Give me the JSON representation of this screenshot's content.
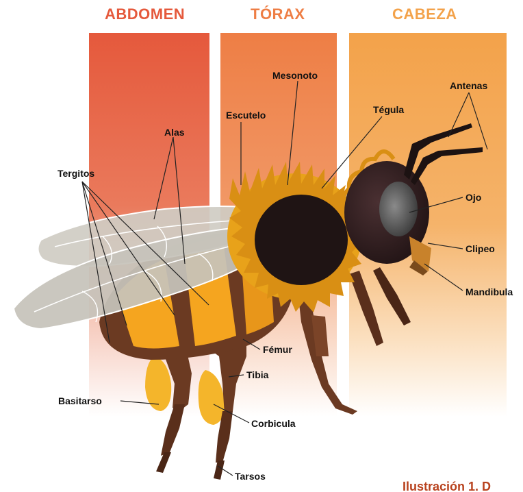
{
  "sections": {
    "abdomen": "ABDOMEN",
    "torax": "TÓRAX",
    "cabeza": "CABEZA"
  },
  "colors": {
    "abdomen": "#e5593c",
    "torax": "#ee7e45",
    "cabeza": "#f3a24a",
    "stripe": "#f5a51f",
    "body": "#6b3a22",
    "fur": "#e8a21a",
    "head": "#2c1b1b",
    "pollen": "#f4b52b",
    "wing": "#c9c6bd",
    "caption": "#b8421e"
  },
  "labels": {
    "mesonoto": "Mesonoto",
    "escutelo": "Escutelo",
    "tegula": "Tégula",
    "antenas": "Antenas",
    "alas": "Alas",
    "tergitos": "Tergitos",
    "ojo": "Ojo",
    "clipeo": "Clipeo",
    "mandibula": "Mandibula",
    "femur": "Fémur",
    "tibia": "Tibia",
    "basitarso": "Basitarso",
    "corbicula": "Corbicula",
    "tarsos": "Tarsos"
  },
  "caption": "Ilustración 1. D"
}
